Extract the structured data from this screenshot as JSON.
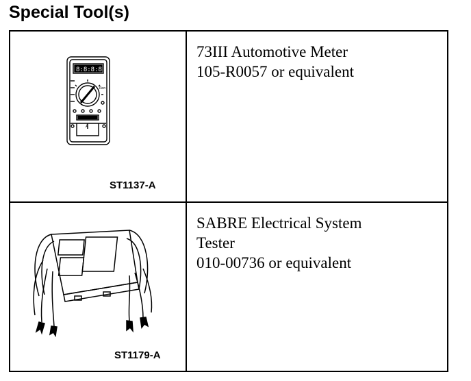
{
  "heading": "Special Tool(s)",
  "tools": [
    {
      "icon": "multimeter-icon",
      "code": "ST1137-A",
      "lines": [
        "73III Automotive Meter",
        "105-R0057 or equivalent"
      ]
    },
    {
      "icon": "electrical-tester-icon",
      "code": "ST1179-A",
      "lines": [
        "SABRE Electrical System",
        "Tester",
        "010-00736 or equivalent"
      ]
    }
  ]
}
